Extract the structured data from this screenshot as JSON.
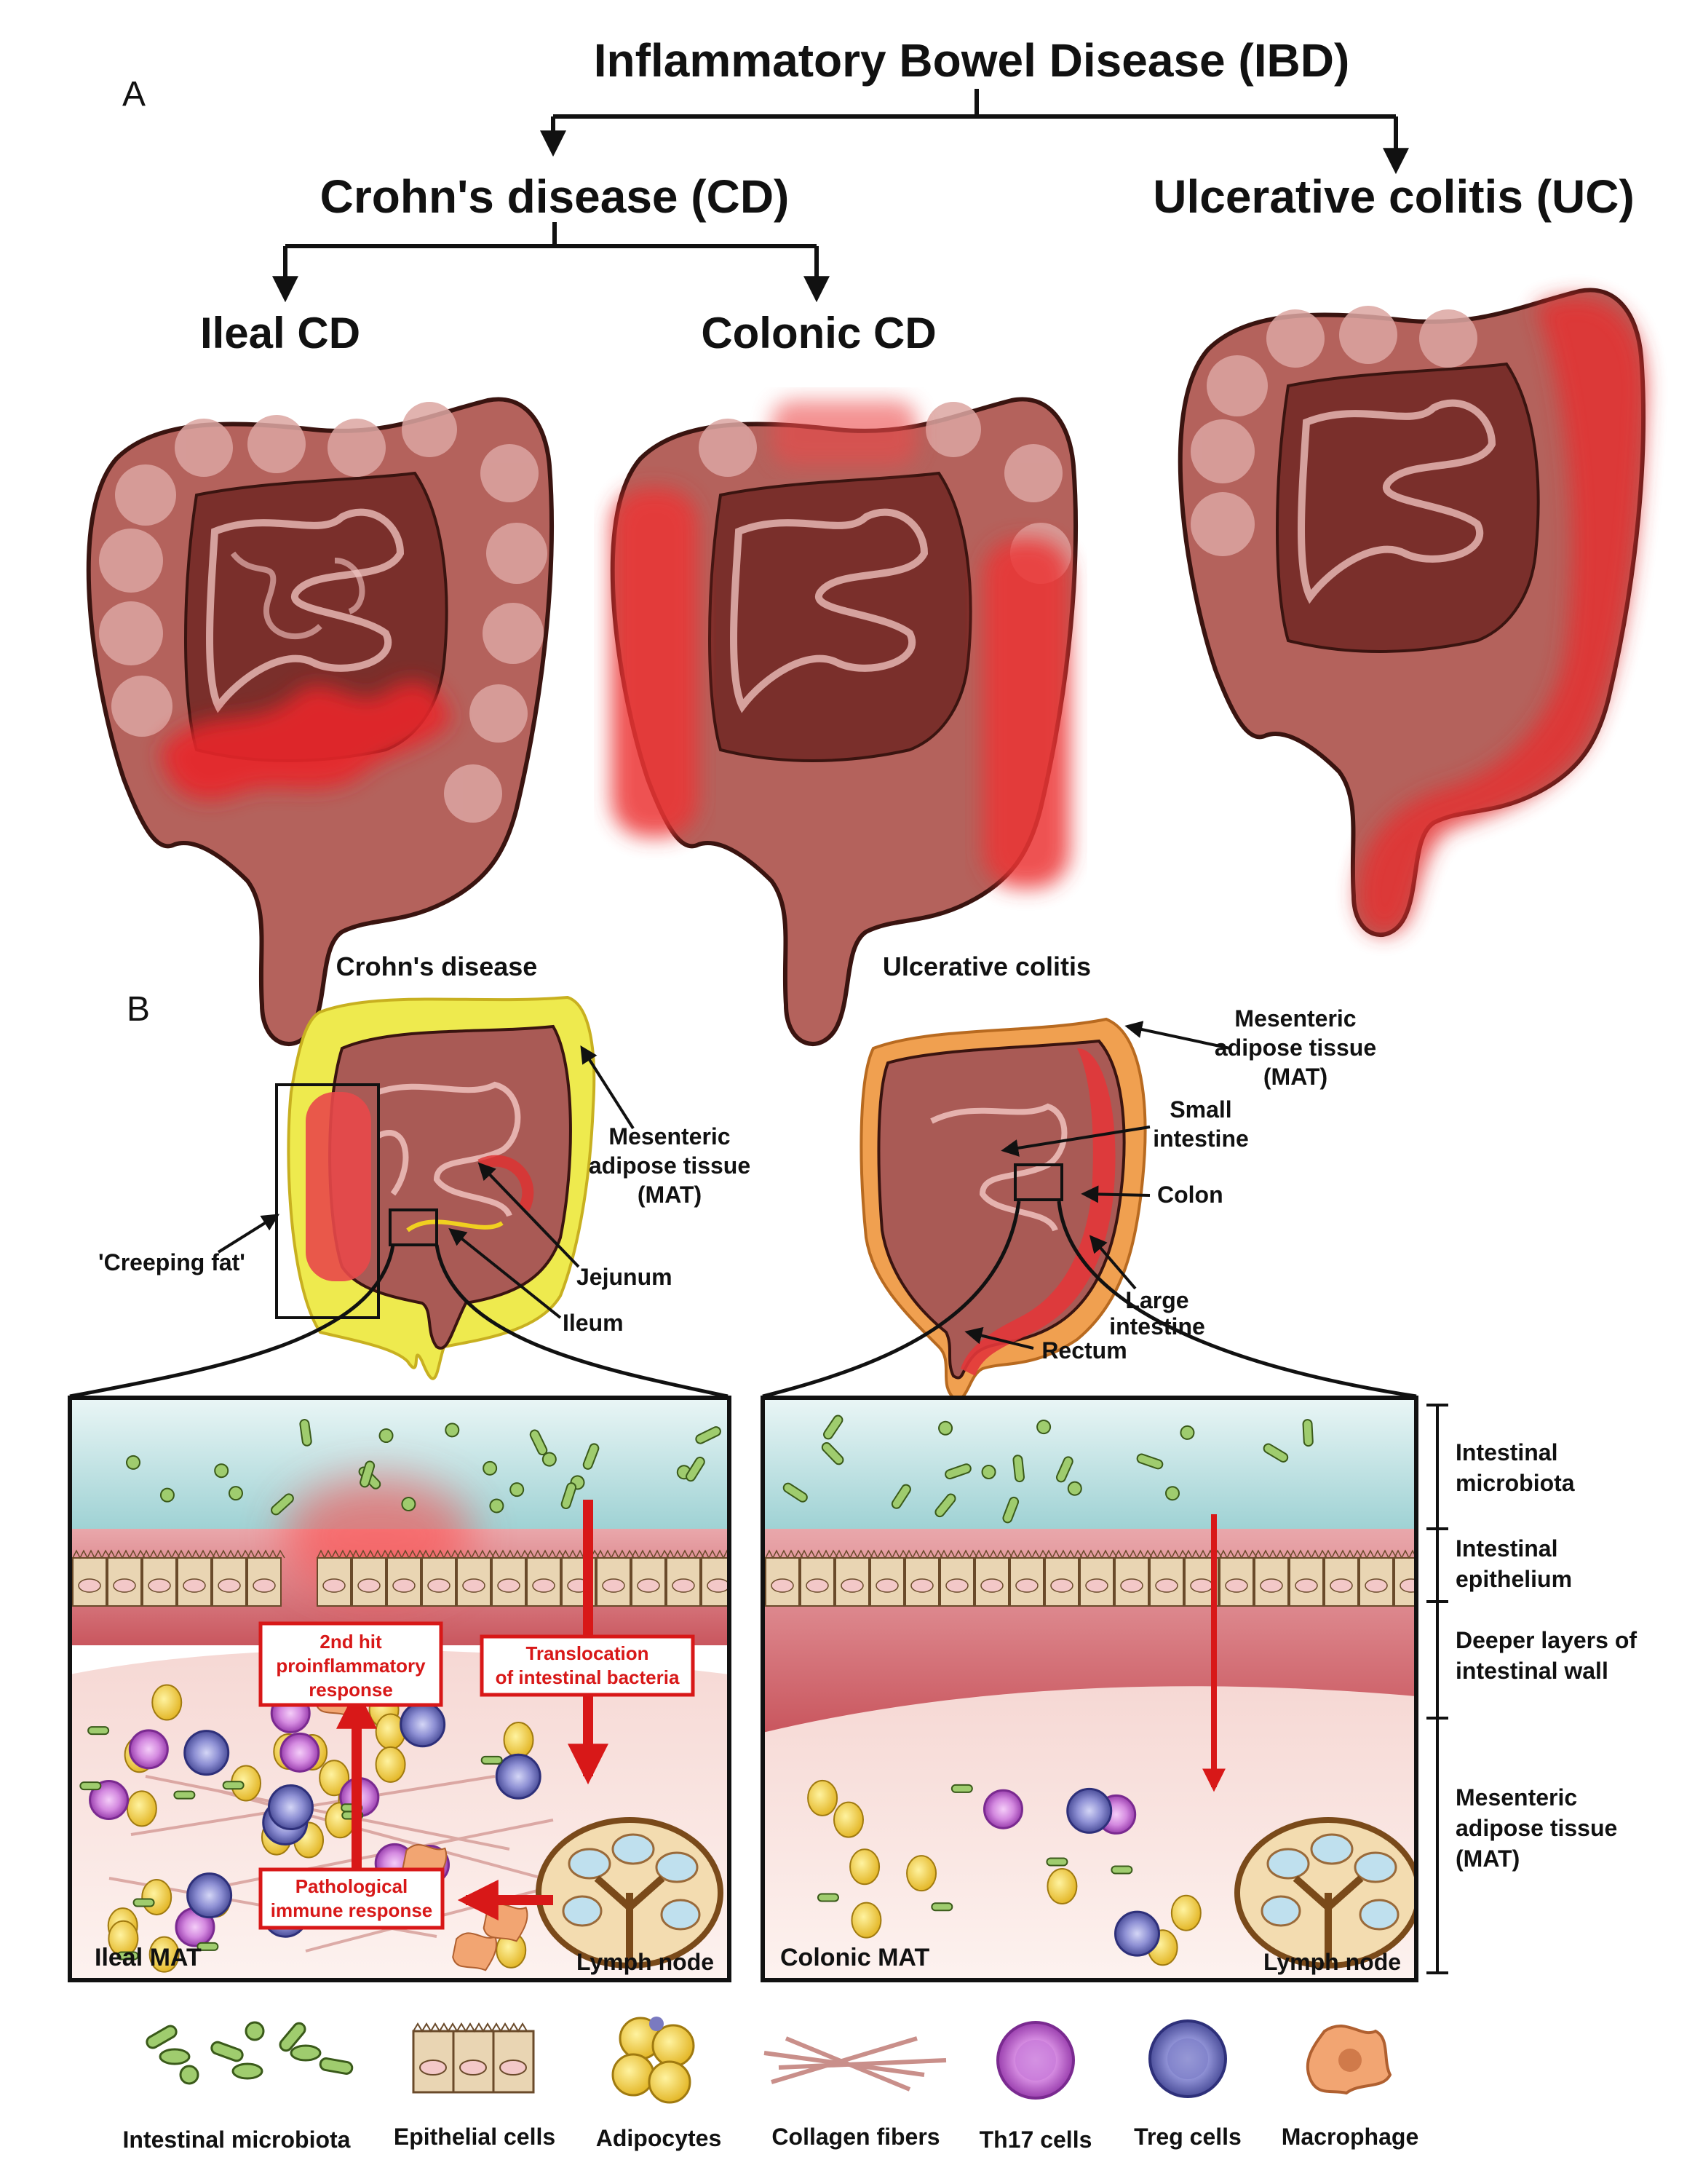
{
  "panel_a": {
    "label": "A",
    "title": "Inflammatory Bowel Disease (IBD)",
    "cd": "Crohn's disease (CD)",
    "uc": "Ulcerative colitis (UC)",
    "ileal": "Ileal CD",
    "colonic": "Colonic CD"
  },
  "panel_b": {
    "label": "B",
    "cd_title": "Crohn's disease",
    "uc_title": "Ulcerative colitis",
    "cd_labels": {
      "mat_1": "Mesenteric",
      "mat_2": "adipose tissue",
      "mat_3": "(MAT)",
      "creeping": "'Creeping fat'",
      "jejunum": "Jejunum",
      "ileum": "Ileum"
    },
    "uc_labels": {
      "mat_1": "Mesenteric",
      "mat_2": "adipose tissue",
      "mat_3": "(MAT)",
      "small_1": "Small",
      "small_2": "intestine",
      "colon": "Colon",
      "large_1": "Large",
      "large_2": "intestine",
      "rectum": "Rectum"
    },
    "cd_box": {
      "hit_1": "2nd hit",
      "hit_2": "proinflammatory",
      "hit_3": "response",
      "trans_1": "Translocation",
      "trans_2": "of intestinal bacteria",
      "path_1": "Pathological",
      "path_2": "immune response",
      "corner": "Ileal MAT",
      "lymph": "Lymph node"
    },
    "uc_box": {
      "corner": "Colonic MAT",
      "lymph": "Lymph node"
    },
    "layers": {
      "microbiota_1": "Intestinal",
      "microbiota_2": "microbiota",
      "epithelium_1": "Intestinal",
      "epithelium_2": "epithelium",
      "deeper_1": "Deeper layers of",
      "deeper_2": "intestinal wall",
      "mat_1": "Mesenteric",
      "mat_2": "adipose tissue",
      "mat_3": "(MAT)"
    }
  },
  "legend": [
    {
      "label": "Intestinal microbiota",
      "icon": "microbiota-icon"
    },
    {
      "label": "Epithelial cells",
      "icon": "epithelial-cells-icon"
    },
    {
      "label": "Adipocytes",
      "icon": "adipocytes-icon"
    },
    {
      "label": "Collagen fibers",
      "icon": "collagen-fibers-icon"
    },
    {
      "label": "Th17 cells",
      "icon": "th17-cell-icon"
    },
    {
      "label": "Treg cells",
      "icon": "treg-cell-icon"
    },
    {
      "label": "Macrophage",
      "icon": "macrophage-icon"
    }
  ],
  "colors": {
    "intestine": "#a95a55",
    "inflamed": "#e03a35",
    "fat": "#eeea4e",
    "mucus": "#bfe3e3",
    "th17": "#b55bc9",
    "treg": "#6466b4",
    "macrophage": "#f0a070",
    "adipocyte": "#f2d04a",
    "arrow_red": "#d81818"
  }
}
